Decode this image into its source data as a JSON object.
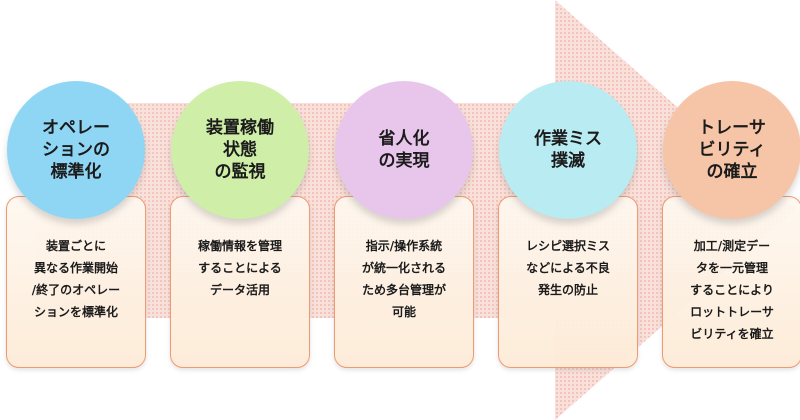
{
  "steps": [
    {
      "title": "オペレー\nションの\n標準化",
      "description": "装置ごとに\n異なる作業開始\n/終了のオペレー\nションを標準化",
      "color": "#8fd6f5"
    },
    {
      "title": "装置稼働\n状態\nの監視",
      "description": "稼働情報を管理\nすることによる\nデータ活用",
      "color": "#cfeea8"
    },
    {
      "title": "省人化\nの実現",
      "description": "指示/操作系統\nが統一化される\nため多台管理が\n可能",
      "color": "#e8c6ec"
    },
    {
      "title": "作業ミス\n撲滅",
      "description": "レシピ選択ミス\nなどによる不良\n発生の防止",
      "color": "#b9ebf2"
    },
    {
      "title": "トレーサ\nビリティ\nの確立",
      "description": "加工/測定デー\nタを一元管理\nすることにより\nロットトレーサ\nビリティを確立",
      "color": "#f6c4a6"
    }
  ]
}
